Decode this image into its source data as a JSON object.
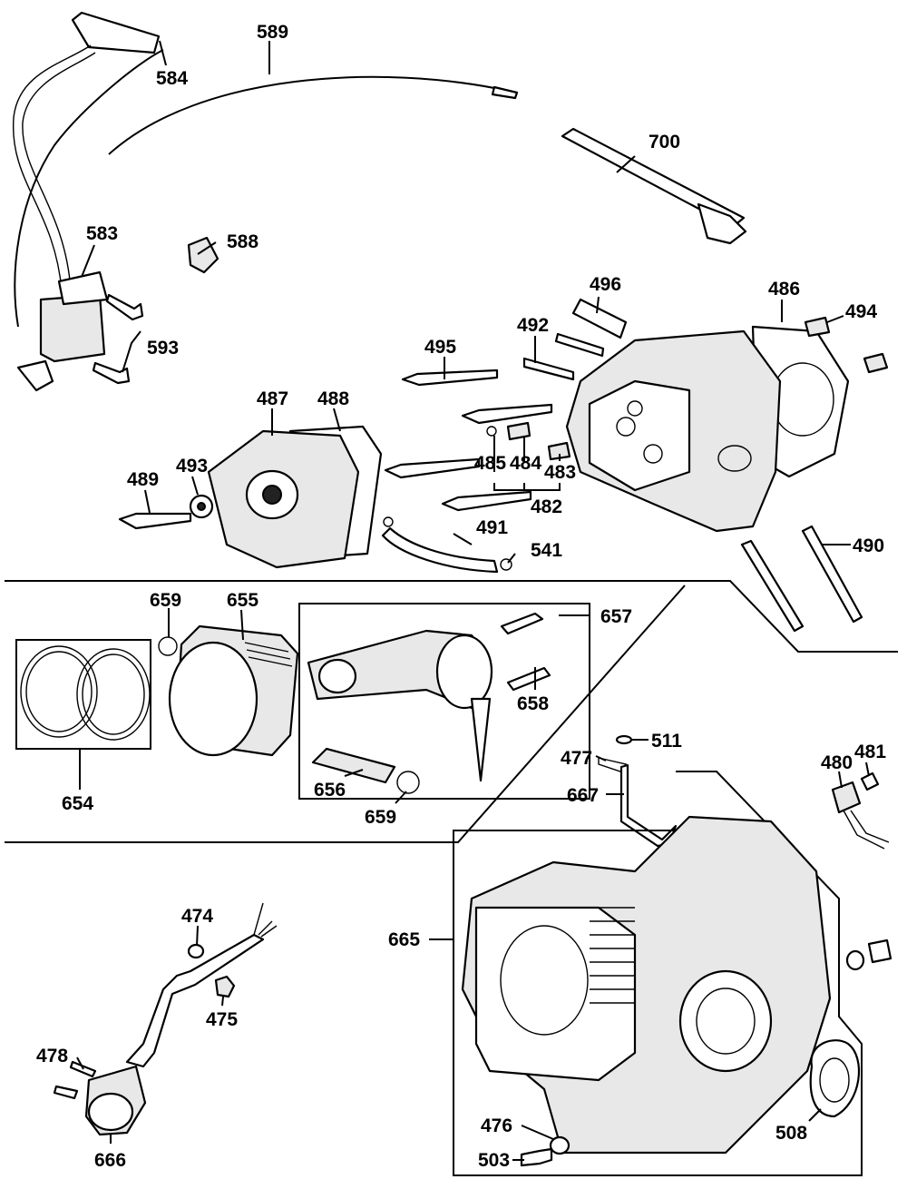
{
  "labels": {
    "l589": "589",
    "l584": "584",
    "l583": "583",
    "l588": "588",
    "l593": "593",
    "l700": "700",
    "l496": "496",
    "l486": "486",
    "l494": "494",
    "l492": "492",
    "l495": "495",
    "l487": "487",
    "l488": "488",
    "l489": "489",
    "l493": "493",
    "l485": "485",
    "l484": "484",
    "l483": "483",
    "l482": "482",
    "l491": "491",
    "l541": "541",
    "l490": "490",
    "l659a": "659",
    "l655": "655",
    "l657": "657",
    "l654": "654",
    "l658": "658",
    "l656": "656",
    "l659b": "659",
    "l511": "511",
    "l477": "477",
    "l667": "667",
    "l481": "481",
    "l480": "480",
    "l474": "474",
    "l665": "665",
    "l475": "475",
    "l478": "478",
    "l666": "666",
    "l476": "476",
    "l503": "503",
    "l508": "508"
  }
}
